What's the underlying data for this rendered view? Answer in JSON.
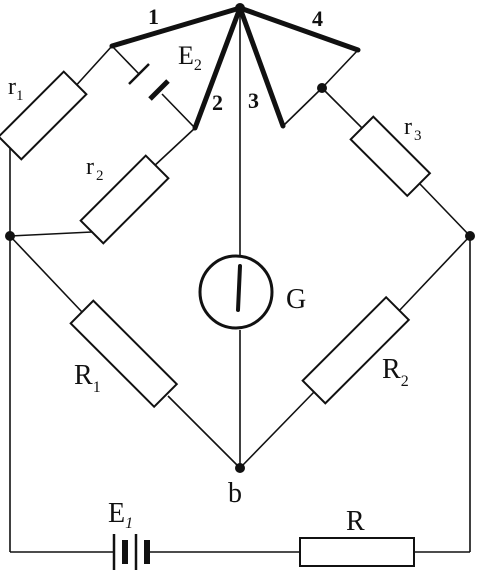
{
  "labels": {
    "wire_1": "1",
    "wire_2": "2",
    "wire_3": "3",
    "wire_4": "4",
    "e2": "E",
    "e2_sub": "2",
    "r1": "r",
    "r1_sub": "1",
    "r2": "r",
    "r2_sub": "2",
    "r3": "r",
    "r3_sub": "3",
    "galvanometer": "G",
    "big_r1": "R",
    "big_r1_sub": "1",
    "big_r2": "R",
    "big_r2_sub": "2",
    "node_b": "b",
    "e1": "E",
    "e1_sub": "1",
    "big_r": "R"
  }
}
